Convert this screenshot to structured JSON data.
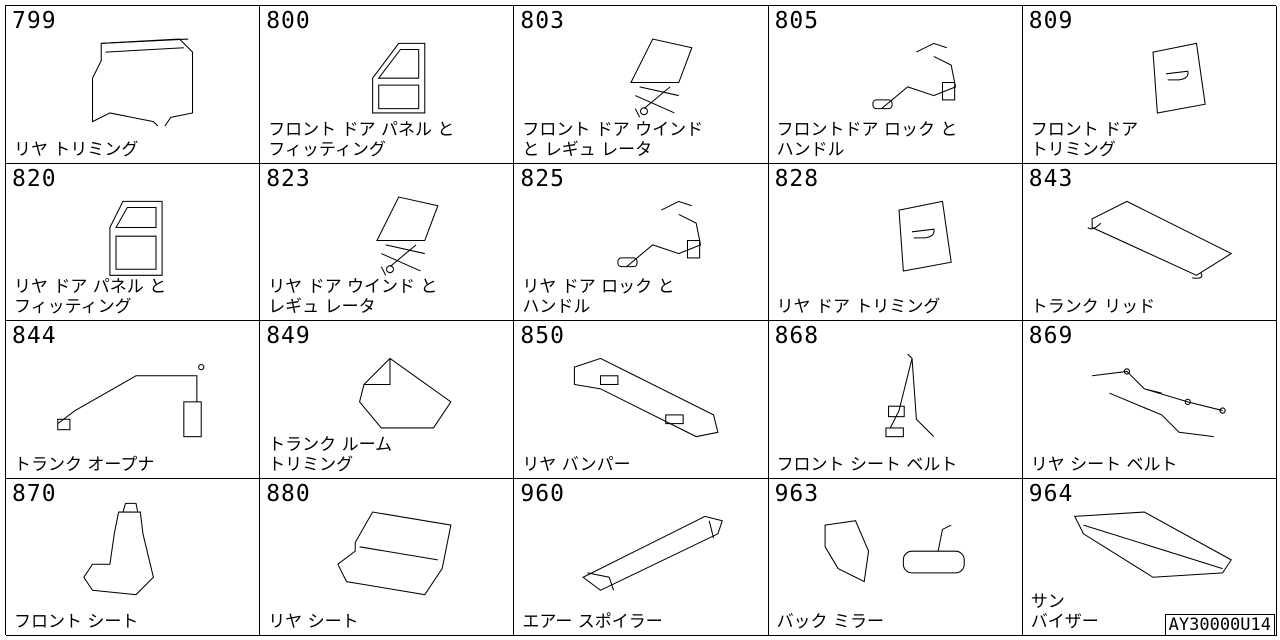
{
  "parts": [
    {
      "num": "799",
      "name": "リヤ トリミング",
      "icon": "rear-trim-panel-icon"
    },
    {
      "num": "800",
      "name": "フロント ドア パネル と\nフィッティング",
      "icon": "front-door-panel-icon"
    },
    {
      "num": "803",
      "name": "フロント ドア ウインド\nと レギュ レータ",
      "icon": "window-regulator-icon"
    },
    {
      "num": "805",
      "name": "フロントドア ロック と\nハンドル",
      "icon": "door-lock-handle-icon"
    },
    {
      "num": "809",
      "name": "フロント ドア\nトリミング",
      "icon": "door-trim-icon"
    },
    {
      "num": "820",
      "name": "リヤ ドア パネル と\nフィッティング",
      "icon": "rear-door-panel-icon"
    },
    {
      "num": "823",
      "name": "リヤ ドア ウインド と\nレギュ レータ",
      "icon": "window-regulator-icon"
    },
    {
      "num": "825",
      "name": "リヤ ドア ロック と\nハンドル",
      "icon": "door-lock-handle-icon"
    },
    {
      "num": "828",
      "name": "リヤ ドア トリミング",
      "icon": "door-trim-icon"
    },
    {
      "num": "843",
      "name": "トランク リッド",
      "icon": "trunk-lid-icon"
    },
    {
      "num": "844",
      "name": "トランク オープナ",
      "icon": "trunk-opener-icon"
    },
    {
      "num": "849",
      "name": "トランク ルーム\nトリミング",
      "icon": "trunk-trim-icon"
    },
    {
      "num": "850",
      "name": "リヤ バンパー",
      "icon": "rear-bumper-icon"
    },
    {
      "num": "868",
      "name": "フロント シート ベルト",
      "icon": "seat-belt-icon"
    },
    {
      "num": "869",
      "name": "リヤ シート ベルト",
      "icon": "rear-seat-belt-icon"
    },
    {
      "num": "870",
      "name": "フロント シート",
      "icon": "front-seat-icon"
    },
    {
      "num": "880",
      "name": "リヤ シート",
      "icon": "rear-seat-icon"
    },
    {
      "num": "960",
      "name": "エアー スポイラー",
      "icon": "air-spoiler-icon"
    },
    {
      "num": "963",
      "name": "バック ミラー",
      "icon": "mirror-icon"
    },
    {
      "num": "964",
      "name": "サン\nバイザー",
      "icon": "sun-visor-icon"
    }
  ],
  "diagram_code": "AY30000U14"
}
